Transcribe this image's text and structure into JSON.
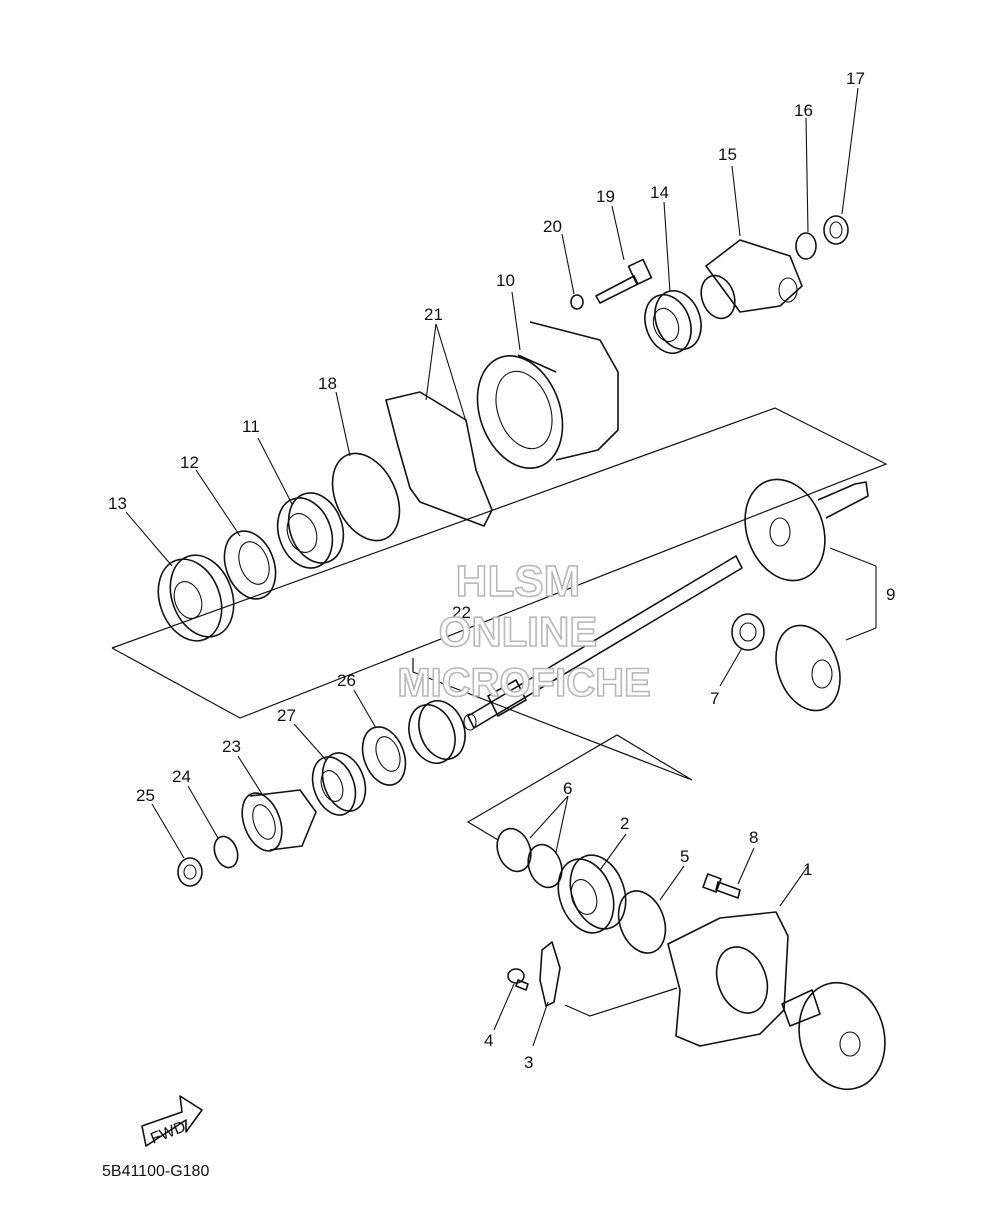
{
  "diagram": {
    "part_callouts": [
      "1",
      "2",
      "3",
      "4",
      "5",
      "6",
      "7",
      "8",
      "9",
      "10",
      "11",
      "12",
      "13",
      "14",
      "15",
      "16",
      "17",
      "18",
      "19",
      "20",
      "21",
      "22",
      "23",
      "24",
      "25",
      "26",
      "27"
    ],
    "watermark": {
      "line1": "HLSM",
      "line2": "ONLINE",
      "line3": "MICROFICHE"
    },
    "fwd_arrow_label": "FWD",
    "diagram_code": "5B41100-G180"
  }
}
